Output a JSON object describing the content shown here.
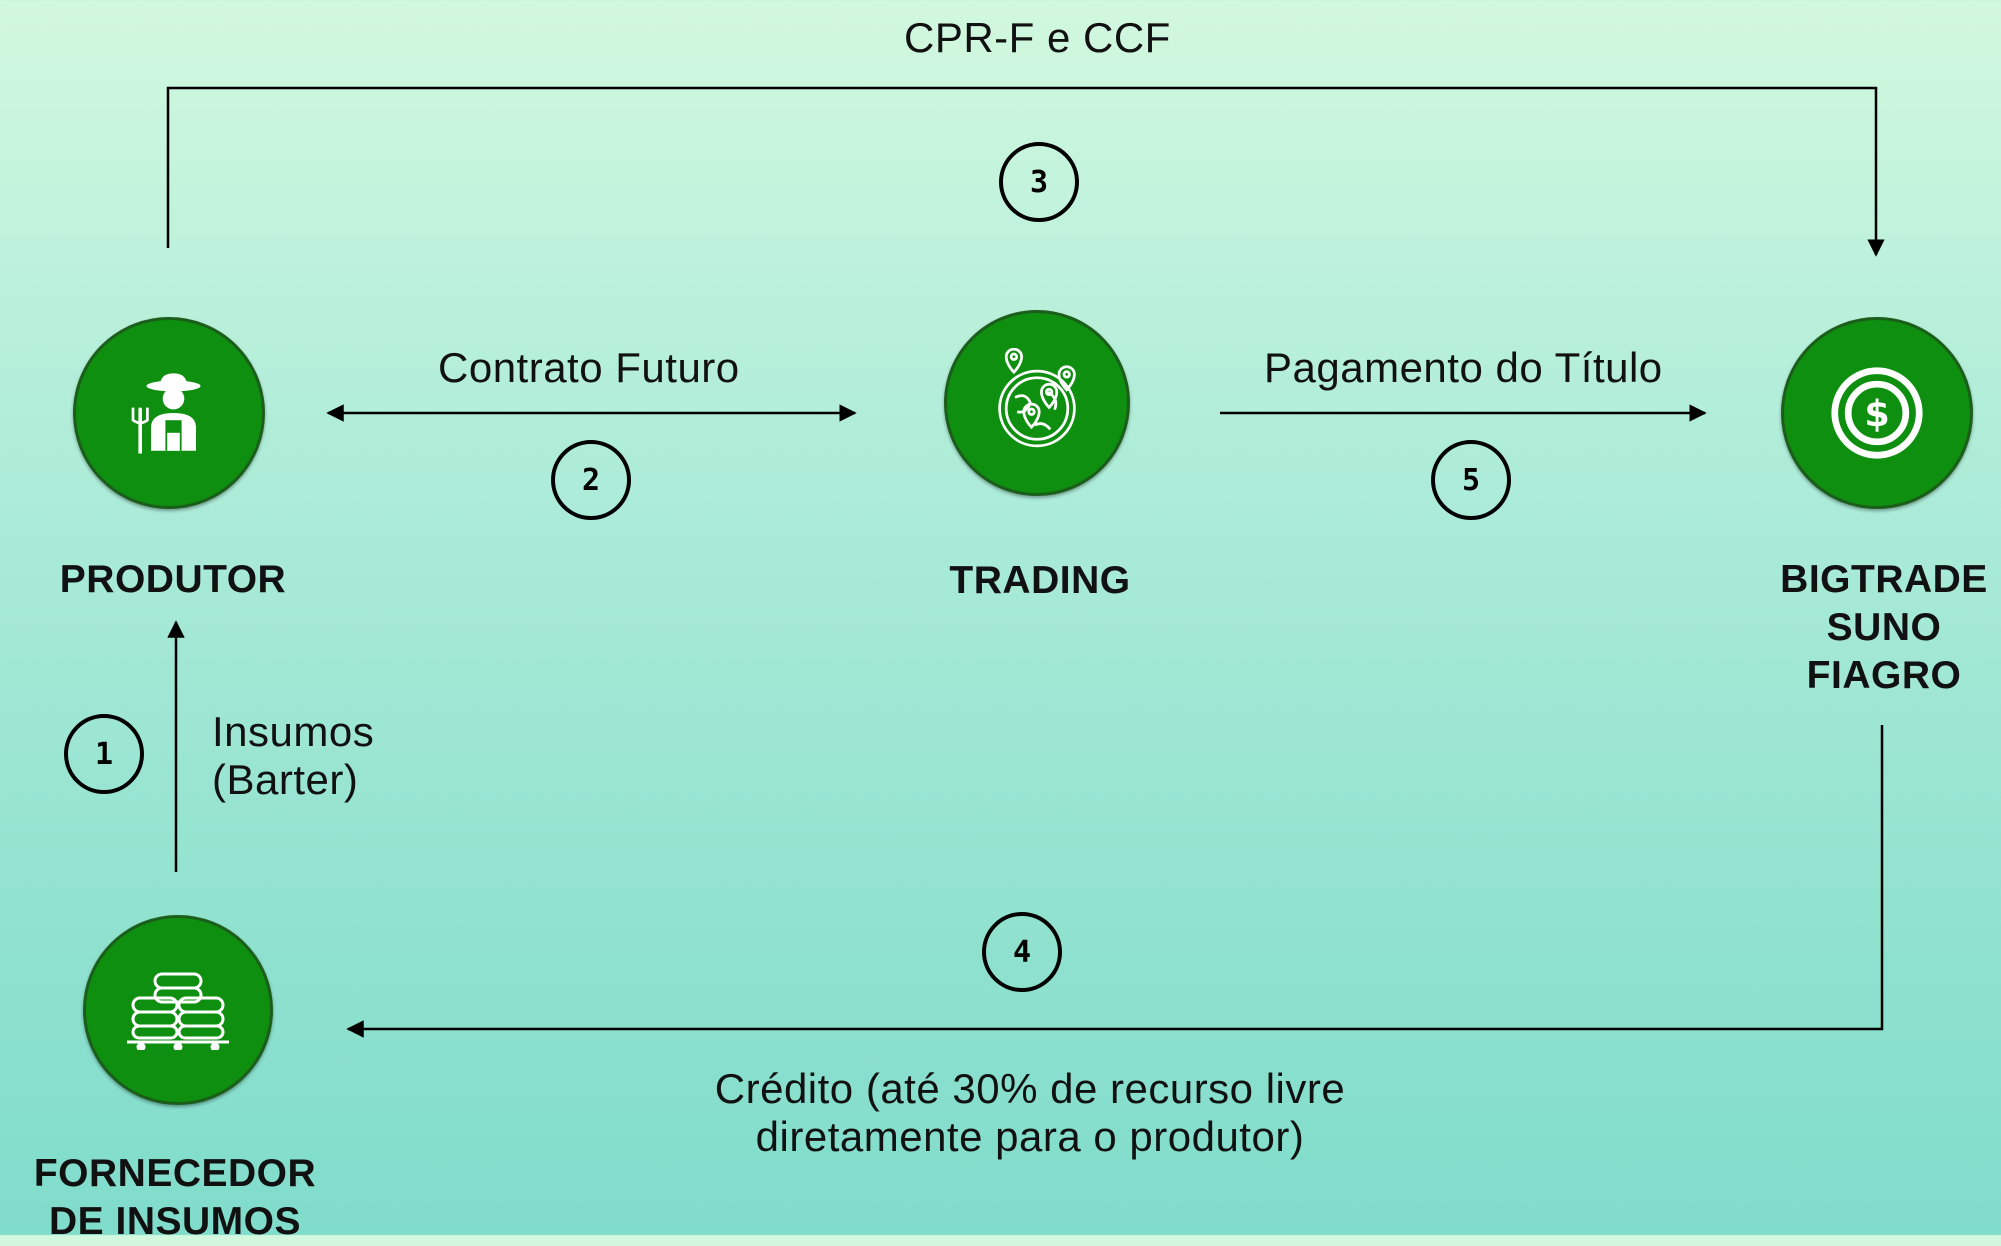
{
  "labels": {
    "top": "CPR-F e CCF",
    "contrato": "Contrato Futuro",
    "pagamento": "Pagamento do Título",
    "insumos_line1": "Insumos",
    "insumos_line2": "(Barter)",
    "credito_line1": "Crédito (até 30% de recurso livre",
    "credito_line2": "diretamente para o produtor)"
  },
  "nodes": {
    "produtor": {
      "title": "PRODUTOR",
      "icon": "farmer-icon"
    },
    "trading": {
      "title": "TRADING",
      "icon": "globe-location-icon"
    },
    "bigtrade": {
      "title_line1": "BIGTRADE",
      "title_line2": "SUNO",
      "title_line3": "FIAGRO",
      "icon": "dollar-coin-icon"
    },
    "fornecedor": {
      "title_line1": "FORNECEDOR",
      "title_line2": "DE INSUMOS",
      "icon": "stacked-sacks-icon"
    }
  },
  "steps": {
    "s1": "1",
    "s2": "2",
    "s3": "3",
    "s4": "4",
    "s5": "5"
  },
  "colors": {
    "node_fill": "#0e8f10",
    "line": "#000000"
  }
}
